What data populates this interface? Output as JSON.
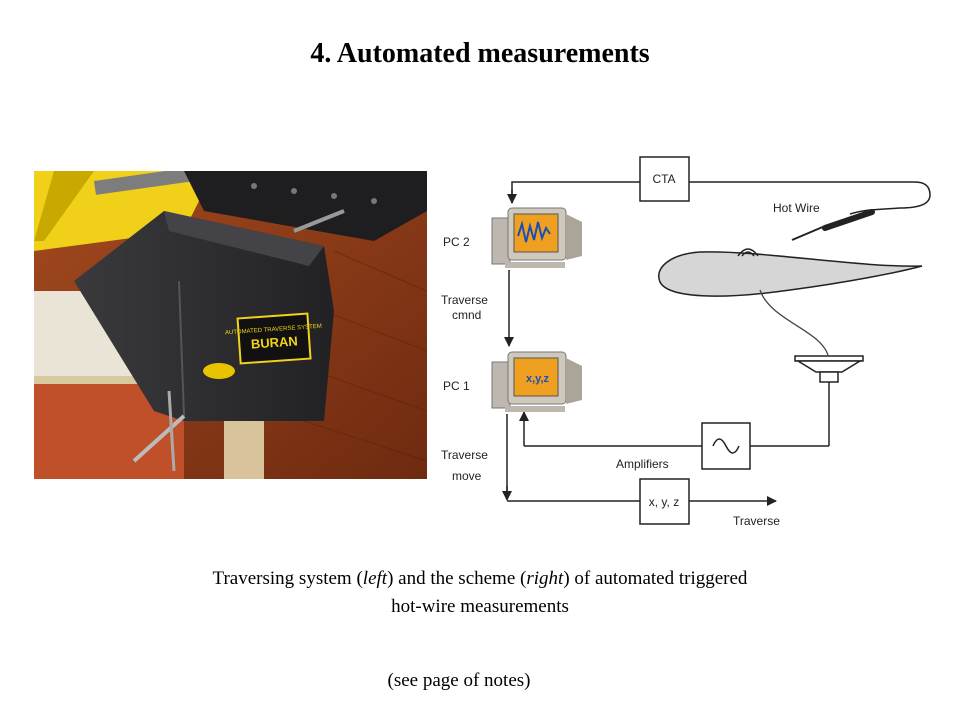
{
  "slide": {
    "title": "4. Automated measurements",
    "caption": {
      "part1": "Traversing system (",
      "left_word": "left",
      "part2": ") and the scheme (",
      "right_word": "right",
      "part3": ") of automated triggered",
      "line2": "hot-wire measurements"
    },
    "note": "(see page of notes)"
  },
  "photo": {
    "sign_line1": "BURAN",
    "sign_small": "AUTOMATED TRAVERSE SYSTEM"
  },
  "scheme": {
    "cta": "CTA",
    "hot_wire": "Hot Wire",
    "pc2": "PC 2",
    "pc1": "PC 1",
    "traverse_cmnd_1": "Traverse",
    "traverse_cmnd_2": "cmnd",
    "traverse_move_1": "Traverse",
    "traverse_move_2": "move",
    "amplifiers": "Amplifiers",
    "xyz_box": "x, y, z",
    "traverse": "Traverse",
    "pc1_screen": "x,y,z"
  },
  "colors": {
    "photo_wall": "#8a3a18",
    "photo_box": "#2e2e30",
    "photo_frame": "#e8c300",
    "airfoil": "#d6d6d6",
    "screen": "#f0a020"
  }
}
